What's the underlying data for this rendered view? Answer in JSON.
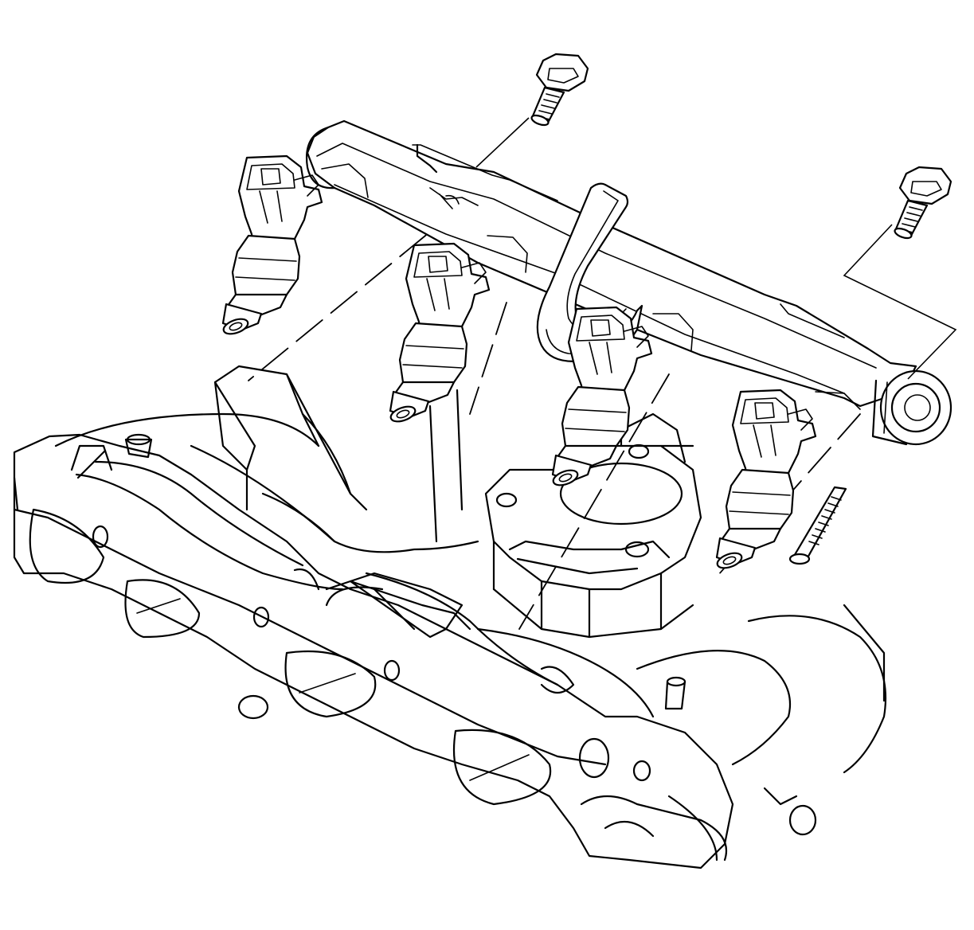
{
  "diagram": {
    "style": "black line art on white background",
    "colors": {
      "line": "#000000",
      "background": "#ffffff"
    },
    "components": [
      "fuel-rail",
      "fuel-injector",
      "fuel-rail-bolt",
      "intake-manifold",
      "throttle-body-opening",
      "manifold-stud"
    ],
    "injector_count": 4,
    "bolt_count": 2
  }
}
